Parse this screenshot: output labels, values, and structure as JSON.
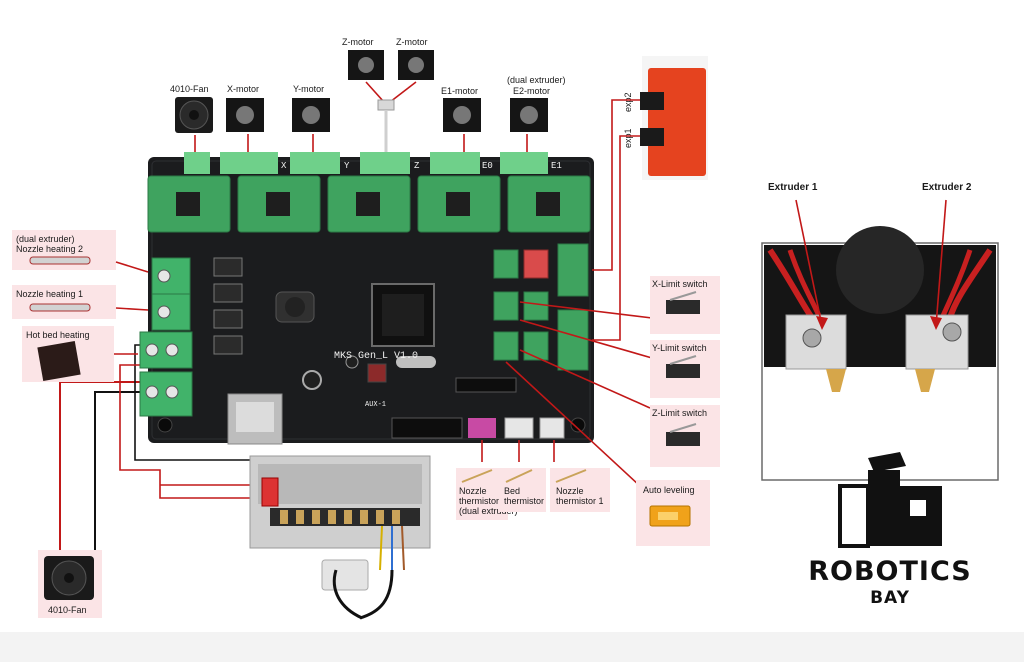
{
  "diagram": {
    "board_name": "MKS  Gen_L V1.0",
    "aux_label": "AUX-1",
    "header_labels": [
      "X",
      "Y",
      "Z",
      "E0",
      "E1"
    ],
    "motors": {
      "fan_top": "4010-Fan",
      "x": "X-motor",
      "y": "Y-motor",
      "z1": "Z-motor",
      "z2": "Z-motor",
      "e1": "E1-motor",
      "e2_note": "(dual extruder)",
      "e2": "E2-motor"
    },
    "lcd": {
      "exp2": "exp2",
      "exp1": "exp1"
    },
    "left": {
      "nozzle2_note": "(dual extruder)",
      "nozzle2": "Nozzle heating 2",
      "nozzle1": "Nozzle heating 1",
      "hotbed": "Hot bed heating",
      "fan_bottom": "4010-Fan"
    },
    "right": {
      "x_limit": "X-Limit switch",
      "y_limit": "Y-Limit switch",
      "z_limit": "Z-Limit switch",
      "auto_level": "Auto leveling"
    },
    "thermistors": {
      "t2_line1": "Nozzle",
      "t2_line2": "thermistor 2",
      "t2_line3": "(dual extruder)",
      "bed_line1": "Bed",
      "bed_line2": "thermistor",
      "t1_line1": "Nozzle",
      "t1_line2": "thermistor 1"
    },
    "extruders": {
      "e1": "Extruder 1",
      "e2": "Extruder 2"
    }
  },
  "brand": {
    "name": "ROBOTICS",
    "sub": "BAY"
  },
  "colors": {
    "board": "#1b1c1e",
    "driver": "#3fa35f",
    "terminal": "#41b36a",
    "wire": "#c21818",
    "card": "#fbe4e6",
    "lcd": "#e5431f"
  }
}
